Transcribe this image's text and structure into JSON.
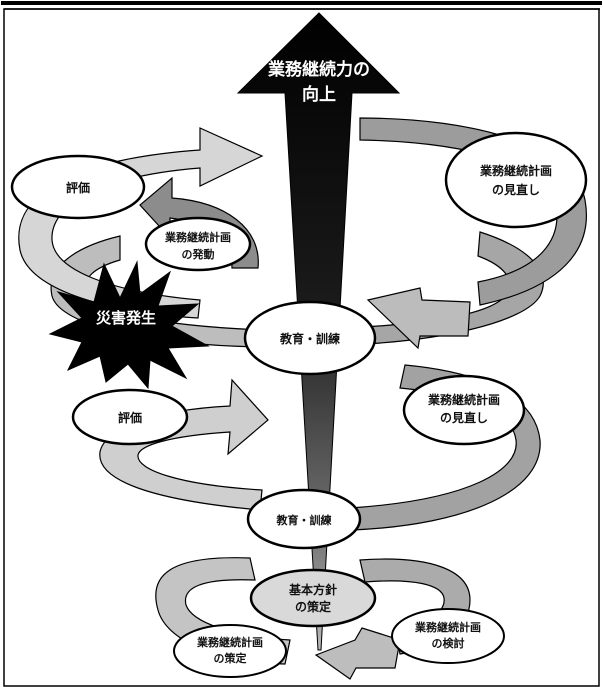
{
  "title": {
    "line1": "業務継続力の",
    "line2": "向上"
  },
  "disaster": "災害発生",
  "nodes": {
    "hyoka_top": "評価",
    "minaoshi_top": {
      "line1": "業務継続計画",
      "line2": "の見直し"
    },
    "hatsudo": {
      "line1": "業務継続計画",
      "line2": "の発動"
    },
    "kyoiku_mid": "教育・訓練",
    "hyoka_mid": "評価",
    "minaoshi_mid": {
      "line1": "業務継続計画",
      "line2": "の見直し"
    },
    "kyoiku_low": "教育・訓練",
    "kihon": {
      "line1": "基本方針",
      "line2": "の策定"
    },
    "sakutei": {
      "line1": "業務継続計画",
      "line2": "の策定"
    },
    "kento": {
      "line1": "業務継続計画",
      "line2": "の検討"
    }
  },
  "colors": {
    "border": "#000000",
    "band_light": "#d0d0d0",
    "band_mid": "#ababab",
    "band_dark": "#9a9a9a",
    "arrow_top": "#000000",
    "arrow_bottom": "#b0b0b0",
    "kihon_fill": "#d9d9d9"
  }
}
